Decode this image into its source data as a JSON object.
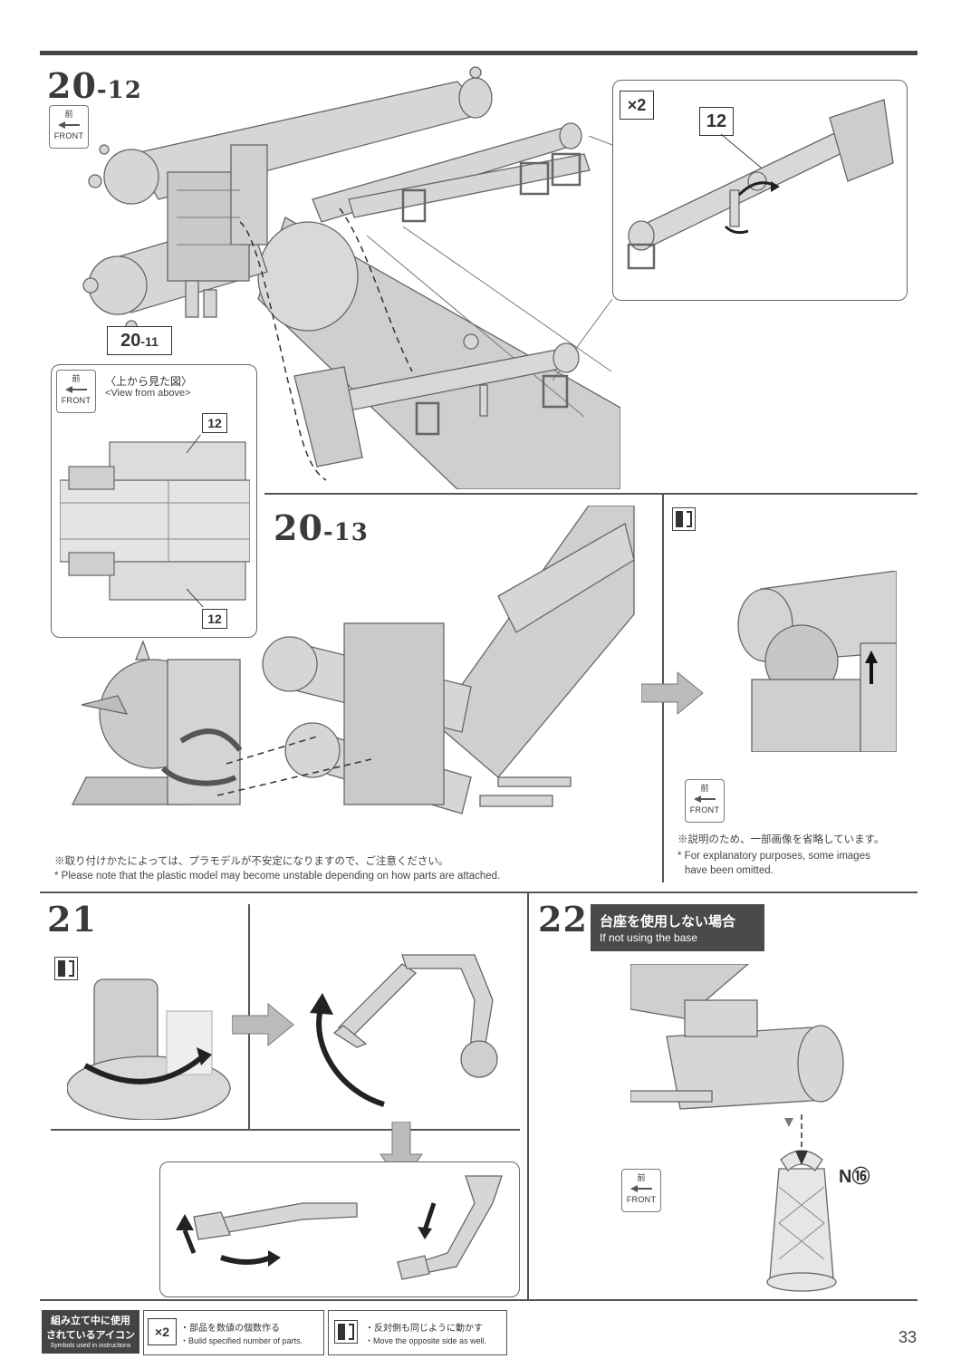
{
  "steps": {
    "s20_12": {
      "main": "20",
      "sub": "-12"
    },
    "s20_13": {
      "main": "20",
      "sub": "-13"
    },
    "s21": {
      "main": "21"
    },
    "s22": {
      "main": "22"
    }
  },
  "front_badge": {
    "kanji": "前",
    "word": "FRONT"
  },
  "part_labels": {
    "p12": "12",
    "ref_20_11": {
      "main": "20",
      "sub": "-11"
    },
    "times2": "×2",
    "n16": "N⑯"
  },
  "view_from_above": {
    "jp": "〈上から見た図〉",
    "en": "<View from above>"
  },
  "notes": {
    "unstable_jp": "※取り付けかたによっては、プラモデルが不安定になりますので、ご注意ください。",
    "unstable_en": "* Please note that the plastic model may become unstable depending on how parts are attached.",
    "omitted_jp": "※説明のため、一部画像を省略しています。",
    "omitted_en_1": "* For explanatory purposes, some images",
    "omitted_en_2": "have been omitted."
  },
  "step22_banner": {
    "jp": "台座を使用しない場合",
    "en": "If not using the base"
  },
  "legend": {
    "title_1": "組み立て中に使用",
    "title_2": "されているアイコン",
    "title_en": "Symbols used in instructions",
    "x2_jp": "・部品を数値の個数作る",
    "x2_en": "・Build specified number of parts.",
    "x2_icon": "×2",
    "mirror_jp": "・反対側も同じように動かす",
    "mirror_en": "・Move the opposite side as well."
  },
  "page_number": "33"
}
